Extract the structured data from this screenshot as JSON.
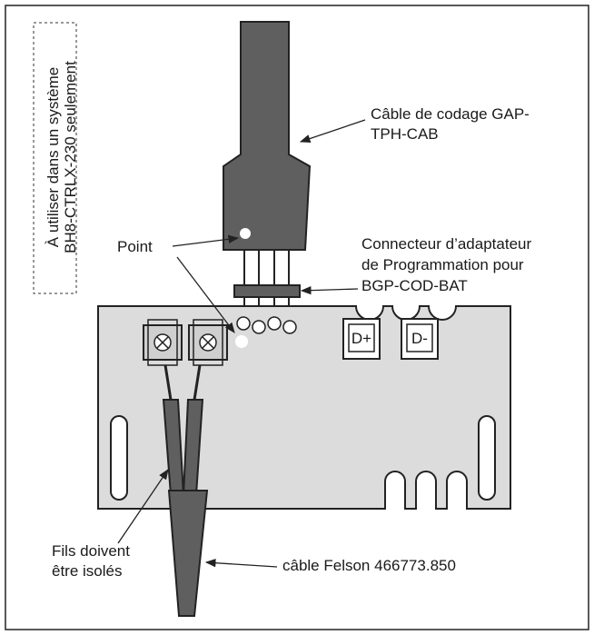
{
  "note": {
    "line1": "À utiliser dans un système",
    "line2": "BH8-CTRLX-230 seulement"
  },
  "labels": {
    "coding_cable_line1": "Câble de codage GAP-",
    "coding_cable_line2": "TPH-CAB",
    "point": "Point",
    "connector_line1": "Connecteur d’adaptateur",
    "connector_line2": "de Programmation pour",
    "connector_line3": "BGP-COD-BAT",
    "terminal_dplus": "D+",
    "terminal_dminus": "D-",
    "wires_line1": "Fils doivent",
    "wires_line2": "être isolés",
    "felson_cable": "câble Felson 466773.850"
  },
  "colors": {
    "cable_fill": "#5f5f5f",
    "board_fill": "#dcdcdc",
    "terminal_fill": "#cfcfcf",
    "outline": "#222222"
  },
  "icons": {
    "screw_terminal": "circled-x-icon",
    "arrow": "arrow-pointer-icon"
  }
}
